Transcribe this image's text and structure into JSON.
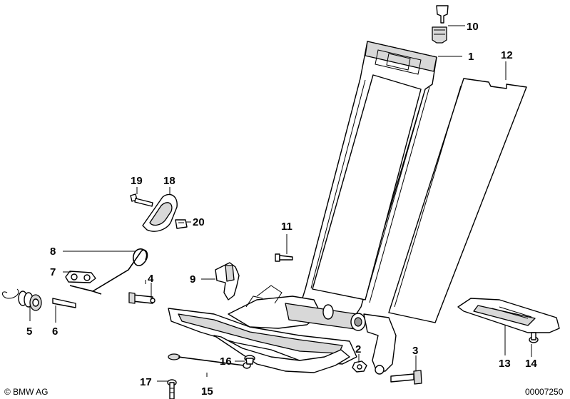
{
  "part_numbers": {
    "p1": "1",
    "p2": "2",
    "p3": "3",
    "p4": "4",
    "p5": "5",
    "p6": "6",
    "p7": "7",
    "p8": "8",
    "p9": "9",
    "p10": "10",
    "p11": "11",
    "p12": "12",
    "p13": "13",
    "p14": "14",
    "p15": "15",
    "p16": "16",
    "p17": "17",
    "p18": "18",
    "p19": "19",
    "p20": "20"
  },
  "footer": {
    "copyright": "© BMW AG",
    "diagram_id": "00007250"
  }
}
